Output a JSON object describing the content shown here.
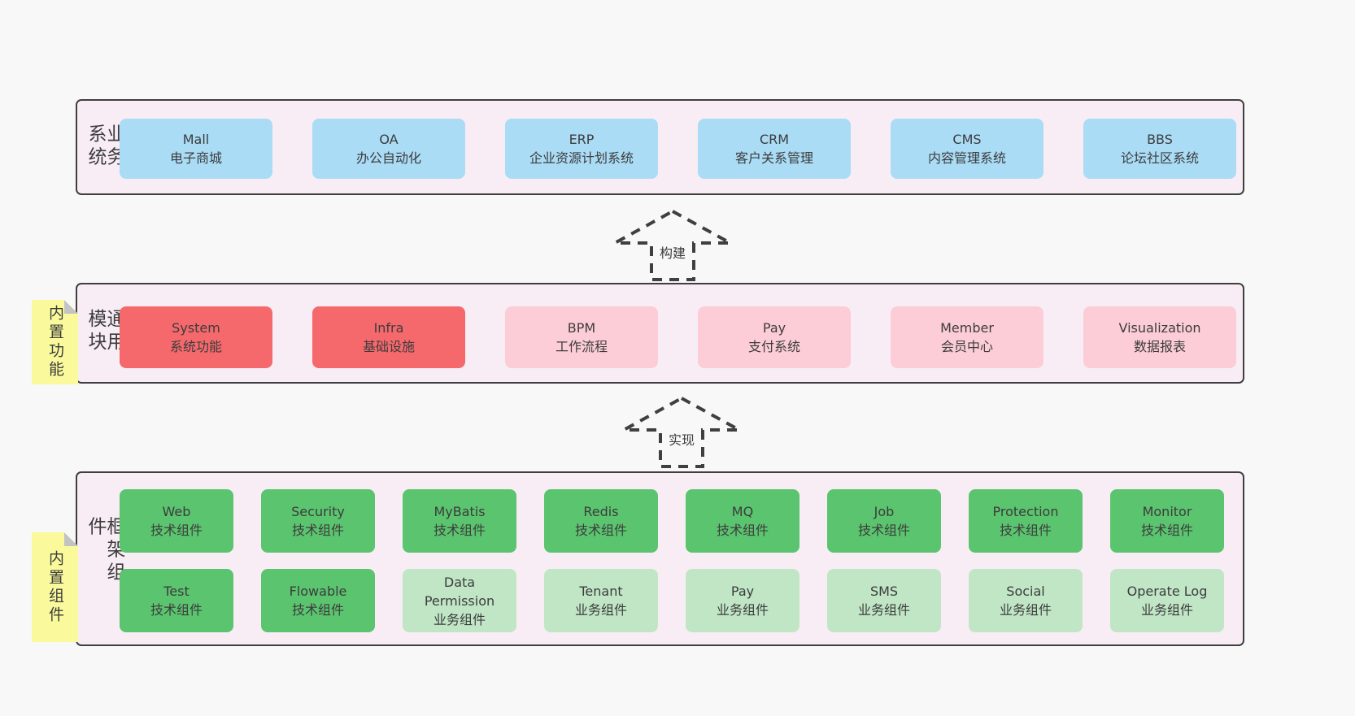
{
  "colors": {
    "page_bg": "#f8f8f8",
    "container_bg": "#f8edf5",
    "container_border": "#3f3f3f",
    "blue": "#aadcf6",
    "red": "#f5696d",
    "pink": "#fccdd6",
    "green": "#5bc46f",
    "green_light": "#c0e6c6",
    "sticky_yellow": "#fafa9d",
    "sticky_fold": "#c3c3c3",
    "text": "#3c3c3c"
  },
  "arrows": [
    {
      "label": "构建"
    },
    {
      "label": "实现"
    }
  ],
  "stickies": [
    {
      "label": "内置功能"
    },
    {
      "label": "内置组件"
    }
  ],
  "layers": [
    {
      "label": "业务系统",
      "boxes": [
        {
          "title": "Mall",
          "subtitle": "电子商城",
          "variant": "blue"
        },
        {
          "title": "OA",
          "subtitle": "办公自动化",
          "variant": "blue"
        },
        {
          "title": "ERP",
          "subtitle": "企业资源计划系统",
          "variant": "blue"
        },
        {
          "title": "CRM",
          "subtitle": "客户关系管理",
          "variant": "blue"
        },
        {
          "title": "CMS",
          "subtitle": "内容管理系统",
          "variant": "blue"
        },
        {
          "title": "BBS",
          "subtitle": "论坛社区系统",
          "variant": "blue"
        }
      ]
    },
    {
      "label": "通用模块",
      "boxes": [
        {
          "title": "System",
          "subtitle": "系统功能",
          "variant": "red"
        },
        {
          "title": "Infra",
          "subtitle": "基础设施",
          "variant": "red"
        },
        {
          "title": "BPM",
          "subtitle": "工作流程",
          "variant": "pink"
        },
        {
          "title": "Pay",
          "subtitle": "支付系统",
          "variant": "pink"
        },
        {
          "title": "Member",
          "subtitle": "会员中心",
          "variant": "pink"
        },
        {
          "title": "Visualization",
          "subtitle": "数据报表",
          "variant": "pink"
        }
      ]
    },
    {
      "label": "框架组件",
      "rows": [
        [
          {
            "title": "Web",
            "subtitle": "技术组件",
            "variant": "green"
          },
          {
            "title": "Security",
            "subtitle": "技术组件",
            "variant": "green"
          },
          {
            "title": "MyBatis",
            "subtitle": "技术组件",
            "variant": "green"
          },
          {
            "title": "Redis",
            "subtitle": "技术组件",
            "variant": "green"
          },
          {
            "title": "MQ",
            "subtitle": "技术组件",
            "variant": "green"
          },
          {
            "title": "Job",
            "subtitle": "技术组件",
            "variant": "green"
          },
          {
            "title": "Protection",
            "subtitle": "技术组件",
            "variant": "green"
          },
          {
            "title": "Monitor",
            "subtitle": "技术组件",
            "variant": "green"
          }
        ],
        [
          {
            "title": "Test",
            "subtitle": "技术组件",
            "variant": "green"
          },
          {
            "title": "Flowable",
            "subtitle": "技术组件",
            "variant": "green"
          },
          {
            "title": "Data Permission",
            "subtitle": "业务组件",
            "variant": "green_light"
          },
          {
            "title": "Tenant",
            "subtitle": "业务组件",
            "variant": "green_light"
          },
          {
            "title": "Pay",
            "subtitle": "业务组件",
            "variant": "green_light"
          },
          {
            "title": "SMS",
            "subtitle": "业务组件",
            "variant": "green_light"
          },
          {
            "title": "Social",
            "subtitle": "业务组件",
            "variant": "green_light"
          },
          {
            "title": "Operate Log",
            "subtitle": "业务组件",
            "variant": "green_light"
          }
        ]
      ]
    }
  ]
}
